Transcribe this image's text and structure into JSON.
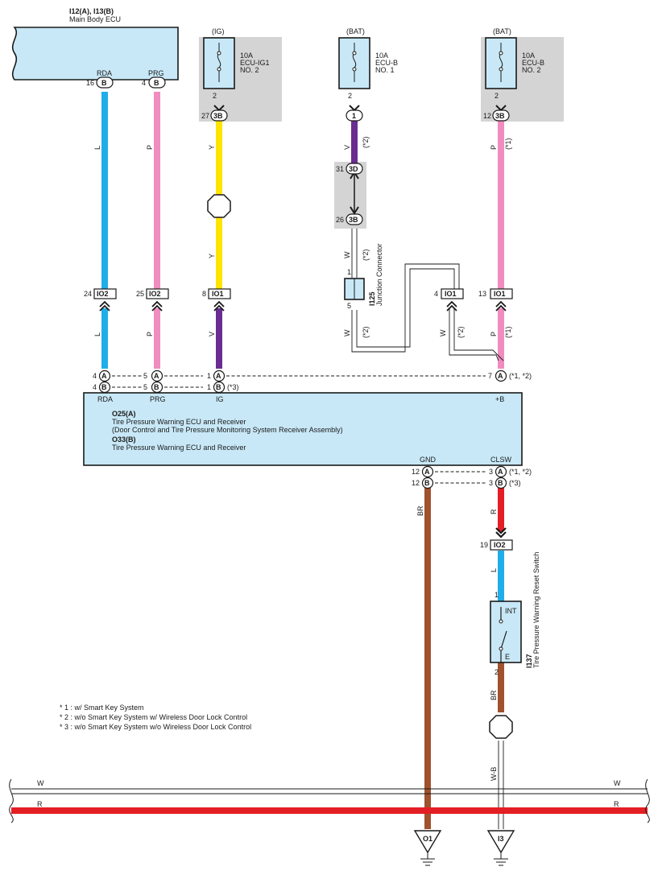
{
  "ecu_top": {
    "title": "I12(A), I13(B)",
    "name": "Main Body ECU",
    "pin_rda": "RDA",
    "pin_prg": "PRG",
    "pin_rda_num": "16",
    "pin_prg_num": "4",
    "pin_letter": "B"
  },
  "fuses": [
    {
      "source": "(IG)",
      "rating": "10A",
      "name": "ECU-IG1",
      "no": "NO. 2",
      "pin": "2",
      "jnum": "27",
      "jcode": "3B"
    },
    {
      "source": "(BAT)",
      "rating": "10A",
      "name": "ECU-B",
      "no": "NO. 1",
      "pin": "2",
      "jnum": "",
      "jcode": "1"
    },
    {
      "source": "(BAT)",
      "rating": "10A",
      "name": "ECU-B",
      "no": "NO. 2",
      "pin": "2",
      "jnum": "12",
      "jcode": "3B"
    }
  ],
  "junction": {
    "top_num": "31",
    "top_code": "3D",
    "bot_num": "26",
    "bot_code": "3B"
  },
  "i125": {
    "id": "I125",
    "name": "Junction Connector",
    "pin_top": "1",
    "pin_bottom": "5"
  },
  "io_connectors": [
    {
      "num": "24",
      "code": "IO2"
    },
    {
      "num": "25",
      "code": "IO2"
    },
    {
      "num": "8",
      "code": "IO1"
    },
    {
      "num": "4",
      "code": "IO1"
    },
    {
      "num": "13",
      "code": "IO1"
    }
  ],
  "wire_colors": {
    "L": "L",
    "P": "P",
    "Y": "Y",
    "V": "V",
    "W": "W",
    "R": "R",
    "BR": "BR",
    "WB": "W-B"
  },
  "notes_marks": {
    "n1": "(*1)",
    "n2": "(*2)",
    "n3": "(*3)",
    "n12": "(*1, *2)"
  },
  "main_ecu": {
    "title_a": "O25(A)",
    "name_a": "Tire Pressure Warning ECU and Receiver",
    "name_a2": "(Door Control and Tire Pressure Monitoring System Receiver Assembly)",
    "title_b": "O33(B)",
    "name_b": "Tire Pressure Warning ECU and Receiver",
    "labels": {
      "rda": "RDA",
      "prg": "PRG",
      "ig": "IG",
      "b": "+B",
      "gnd": "GND",
      "clsw": "CLSW"
    },
    "pins_top": {
      "rda_a": "4",
      "rda_b": "4",
      "prg_a": "5",
      "prg_b": "5",
      "ig_a": "1",
      "ig_b": "1",
      "b_a": "7"
    },
    "pins_bottom": {
      "gnd_a": "12",
      "gnd_b": "12",
      "clsw_a": "3",
      "clsw_b": "3"
    }
  },
  "letters": {
    "a": "A",
    "b": "B"
  },
  "io2_lower": {
    "num": "19",
    "code": "IO2"
  },
  "switch": {
    "id": "I137",
    "name": "Tire Pressure Warning Reset Switch",
    "int": "INT",
    "e": "E",
    "pin_top": "1",
    "pin_bottom": "2"
  },
  "notes": [
    "* 1 : w/ Smart Key System",
    "* 2 : w/o Smart Key System w/ Wireless Door Lock Control",
    "* 3 : w/o Smart Key System w/o Wireless Door Lock Control"
  ],
  "bus": {
    "w_left": "W",
    "w_right": "W",
    "r_left": "R",
    "r_right": "R"
  },
  "grounds": [
    {
      "code": "O1"
    },
    {
      "code": "I3"
    }
  ],
  "colors": {
    "blue": "#1faee9",
    "pink": "#f08cbf",
    "yellow": "#ffe400",
    "purple": "#6b2c91",
    "red": "#e31e24",
    "brown": "#a0522d",
    "ecu_fill": "#c8e8f7"
  }
}
